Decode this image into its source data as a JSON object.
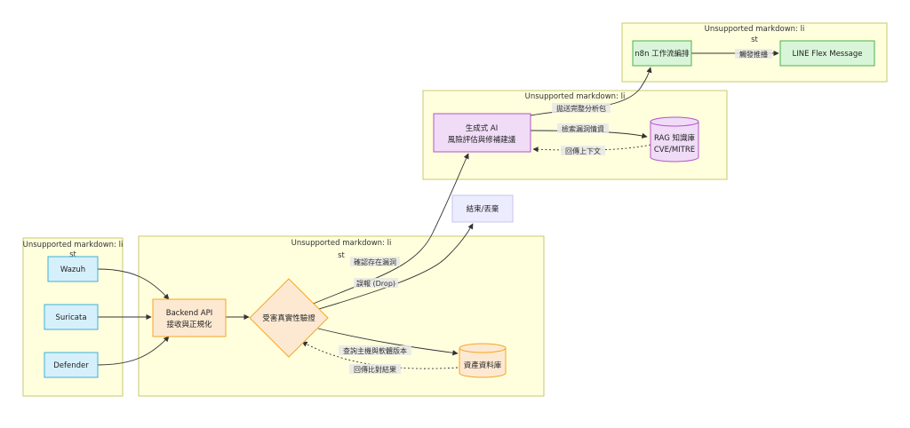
{
  "clusters": {
    "sources": {
      "title_line1": "Unsupported markdown: li",
      "title_line2": "st"
    },
    "validation": {
      "title_line1": "Unsupported markdown: li",
      "title_line2": "st"
    },
    "ai": {
      "title_line1": "Unsupported markdown: li",
      "title_line2": "st"
    },
    "automation": {
      "title_line1": "Unsupported markdown: li",
      "title_line2": "st"
    }
  },
  "nodes": {
    "wazuh": "Wazuh",
    "suricata": "Suricata",
    "defender": "Defender",
    "backend_line1": "Backend API",
    "backend_line2": "接收與正規化",
    "decision": "受害真實性驗證",
    "asset_db": "資產資料庫",
    "end_drop": "結束/丟棄",
    "genai_line1": "生成式 AI",
    "genai_line2": "風險評估與修補建議",
    "rag_line1": "RAG 知識庫",
    "rag_line2": "CVE/MITRE",
    "n8n": "n8n 工作流編排",
    "line_flex": "LINE Flex Message"
  },
  "edges": {
    "confirm_vuln": "確認存在漏洞",
    "false_positive": "誤報 (Drop)",
    "query_host": "查詢主機與軟體版本",
    "return_compare": "回傳比對結果",
    "push_package": "拋送完整分析包",
    "search_intel": "檢索漏洞情資",
    "return_context": "回傳上下文",
    "trigger_push": "觸發推播"
  },
  "colors": {
    "cluster_fill": "#ffffde",
    "source_fill": "#d6f0fb",
    "source_stroke": "#3fb0d8",
    "backend_fill": "#fde9d2",
    "backend_stroke": "#f5a623",
    "decision_fill": "#fde9d2",
    "decision_stroke": "#f5a623",
    "genai_fill": "#f0dcf7",
    "genai_stroke": "#b455c8",
    "n8n_fill": "#d9f5d9",
    "n8n_stroke": "#49b34a",
    "end_fill": "#ececff",
    "end_stroke": "#c6c6ee"
  }
}
